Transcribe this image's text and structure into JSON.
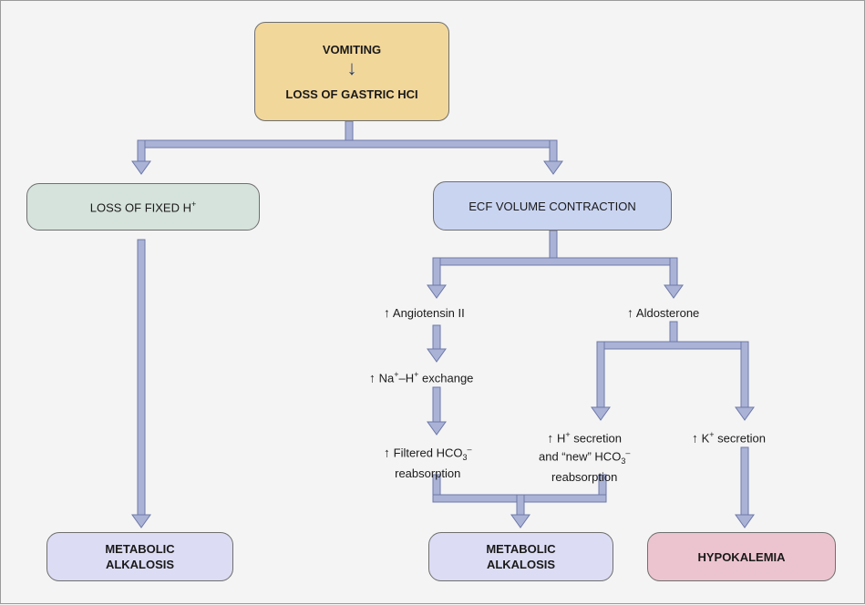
{
  "top_box": {
    "line1": "VOMITING",
    "line2": "LOSS OF GASTRIC HCI"
  },
  "left_box": {
    "text": "LOSS OF FIXED H",
    "sup": "+"
  },
  "ecf_box": {
    "text": "ECF VOLUME CONTRACTION"
  },
  "labels": {
    "angiotensin": "Angiotensin II",
    "aldosterone": "Aldosterone",
    "exchange": {
      "na": "Na",
      "plus1": "+",
      "dash": "–H",
      "plus2": "+",
      "rest": " exchange"
    },
    "filtered": {
      "line1a": "Filtered HCO",
      "sub": "3",
      "sup": "–",
      "line2": "reabsorption"
    },
    "h_secretion": {
      "line1a": "H",
      "sup1": "+",
      "line1b": " secretion",
      "line2a": "and “new” HCO",
      "sub": "3",
      "sup2": "–",
      "line3": "reabsorption"
    },
    "k_secretion": {
      "k": "K",
      "sup": "+",
      "rest": " secretion"
    }
  },
  "outcomes": {
    "left_alkalosis": {
      "line1": "METABOLIC",
      "line2": "ALKALOSIS"
    },
    "center_alkalosis": {
      "line1": "METABOLIC",
      "line2": "ALKALOSIS"
    },
    "hypokalemia": "HYPOKALEMIA"
  },
  "colors": {
    "top_box": "#f2d79b",
    "left_box": "#d6e3dc",
    "ecf_box": "#c9d4f1",
    "alkalosis_box": "#dcdcf4",
    "hypokalemia_box": "#ecc4cf",
    "connector": "#aab3d6",
    "connector_edge": "#6d78a8"
  },
  "icons": {
    "increase": "up-arrow-icon",
    "flow": "down-arrow-icon"
  }
}
